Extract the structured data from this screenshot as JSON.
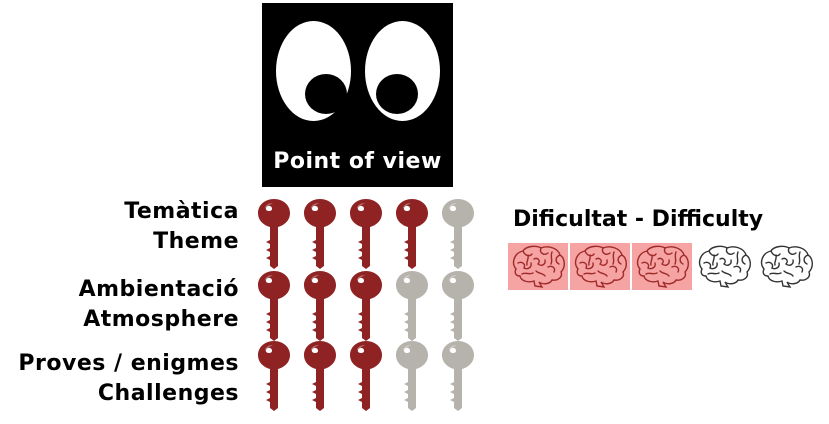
{
  "logo": {
    "label": "Point of view"
  },
  "ratings": [
    {
      "label_ca": "Temàtica",
      "label_en": "Theme",
      "score": 4,
      "max": 5
    },
    {
      "label_ca": "Ambientació",
      "label_en": "Atmosphere",
      "score": 3,
      "max": 5
    },
    {
      "label_ca": "Proves / enigmes",
      "label_en": "Challenges",
      "score": 3,
      "max": 5
    }
  ],
  "difficulty": {
    "title": "Dificultat -  Difficulty",
    "score": 3,
    "max": 5
  },
  "colors": {
    "key_on": "#8f2323",
    "key_off": "#b5b3ab",
    "brain_on_bg": "#f5a3a3",
    "brain_on_stroke": "#a02a2a",
    "brain_off_stroke": "#333333"
  },
  "icons": {
    "rating": "key-icon",
    "difficulty": "brain-icon",
    "logo": "eyes-icon"
  }
}
